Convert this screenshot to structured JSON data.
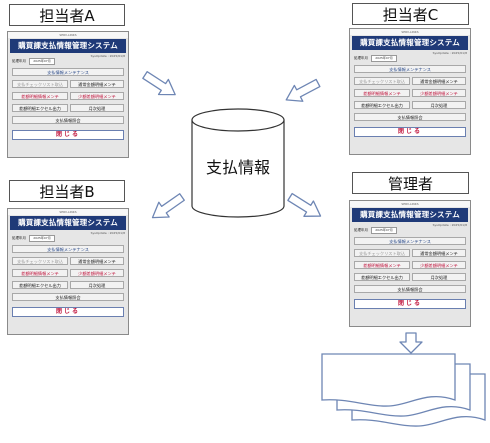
{
  "labels": {
    "a": "担当者A",
    "b": "担当者B",
    "c": "担当者C",
    "admin": "管理者"
  },
  "database": {
    "label": "支払情報"
  },
  "form": {
    "header_small": "SERV-LINKS",
    "title": "購買課支払情報管理システム",
    "sys_date_label": "SysUpdate : 2025/01/8",
    "ym_label": "処理年月",
    "ym_value": "2025年07月",
    "buttons": {
      "maintenance": "支払情報メンテナンス",
      "checklist": "支払チェックリスト取込",
      "normal_detail": "通常金額明細メンテ",
      "diff_detail": "差額明細情報メンテ",
      "small_detail": "少額差額明細メンテ",
      "excel_output": "差額明細エクセル出力",
      "monthly": "月次処理",
      "inquiry": "支払情報照会",
      "close": "閉じる"
    }
  }
}
